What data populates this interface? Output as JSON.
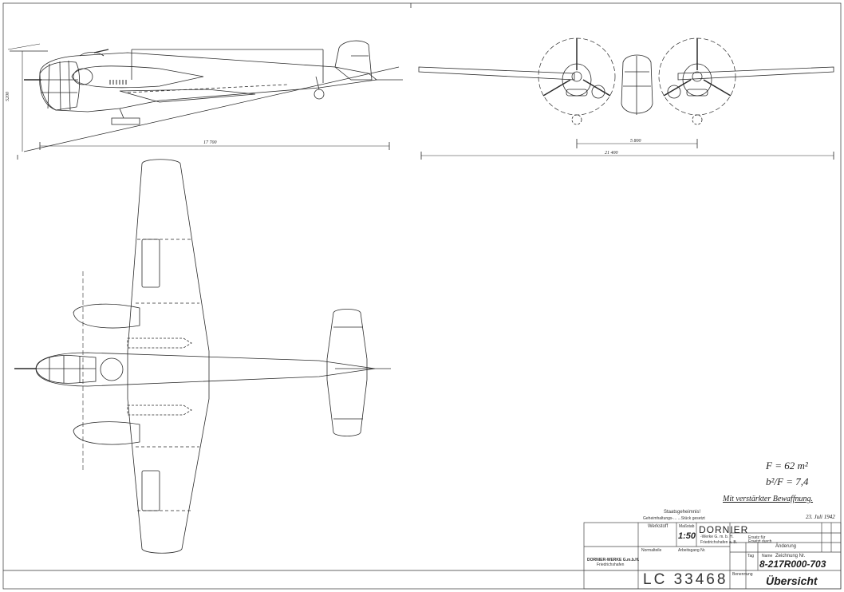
{
  "dimensions": {
    "side_length": "17 700",
    "side_height": "5200",
    "front_track": "5 800",
    "front_span": "21 400"
  },
  "specs": {
    "area": "F = 62 m²",
    "aspect": "b²/F = 7,4"
  },
  "note": "Mit verstärkter Bewaffnung.",
  "date": "23. Juli 1942",
  "stamp": {
    "line1": "Staatsgeheimnis!",
    "line2": "Geheimhaltungs-...  ...Stück gesetzt"
  },
  "title_block": {
    "werkstoff_label": "Werkstoff",
    "massstab_label": "Maßstab",
    "scale": "1:50",
    "company": "DORNIER",
    "company_sub1": "-Werke G. m. b. H.",
    "company_sub2": "Friedrichshafen a. B.",
    "company_footer": "DORNIER-WERKE G.m.b.H.",
    "company_footer2": "Friedrichshafen",
    "rohteil_label": "Normalteile",
    "arbeitsgang_label": "Arbeitsgang Nr.",
    "aenderung_label": "Änderung",
    "tag_label": "Tag",
    "name_label": "Name",
    "zeichnung_label": "Zeichnung Nr.",
    "benennung_label": "Benennung",
    "type_prefix": "8-",
    "drawing_number": "8-217R000-703",
    "model_num": "217",
    "title": "Übersicht",
    "ersatz_fuer": "Ersatz für",
    "ersetzt_durch": "Ersetzt durch"
  },
  "archive_number": "LC 33468"
}
